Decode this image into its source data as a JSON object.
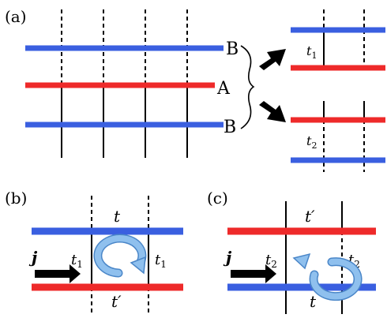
{
  "panels": {
    "a": {
      "label": "(a)"
    },
    "b": {
      "label": "(b)"
    },
    "c": {
      "label": "(c)"
    }
  },
  "layers": {
    "B_top": "B",
    "A": "A",
    "B_bottom": "B"
  },
  "a_insets": {
    "top_hop": "t",
    "top_hop_sub": "1",
    "bottom_hop": "t",
    "bottom_hop_sub": "2"
  },
  "b_panel": {
    "top_hop": "t",
    "bottom_hop": "t′",
    "left_hop": "t",
    "left_hop_sub": "1",
    "right_hop": "t",
    "right_hop_sub": "1",
    "current": "j"
  },
  "c_panel": {
    "top_hop": "t′",
    "bottom_hop": "t",
    "left_hop": "t",
    "left_hop_sub": "2",
    "right_hop": "t",
    "right_hop_sub": "2",
    "current": "j"
  },
  "colors": {
    "blue": "#3a5fe0",
    "red": "#ee2a2a",
    "swirl": "#7fb3e6",
    "swirl_edge": "#4a86c8"
  }
}
